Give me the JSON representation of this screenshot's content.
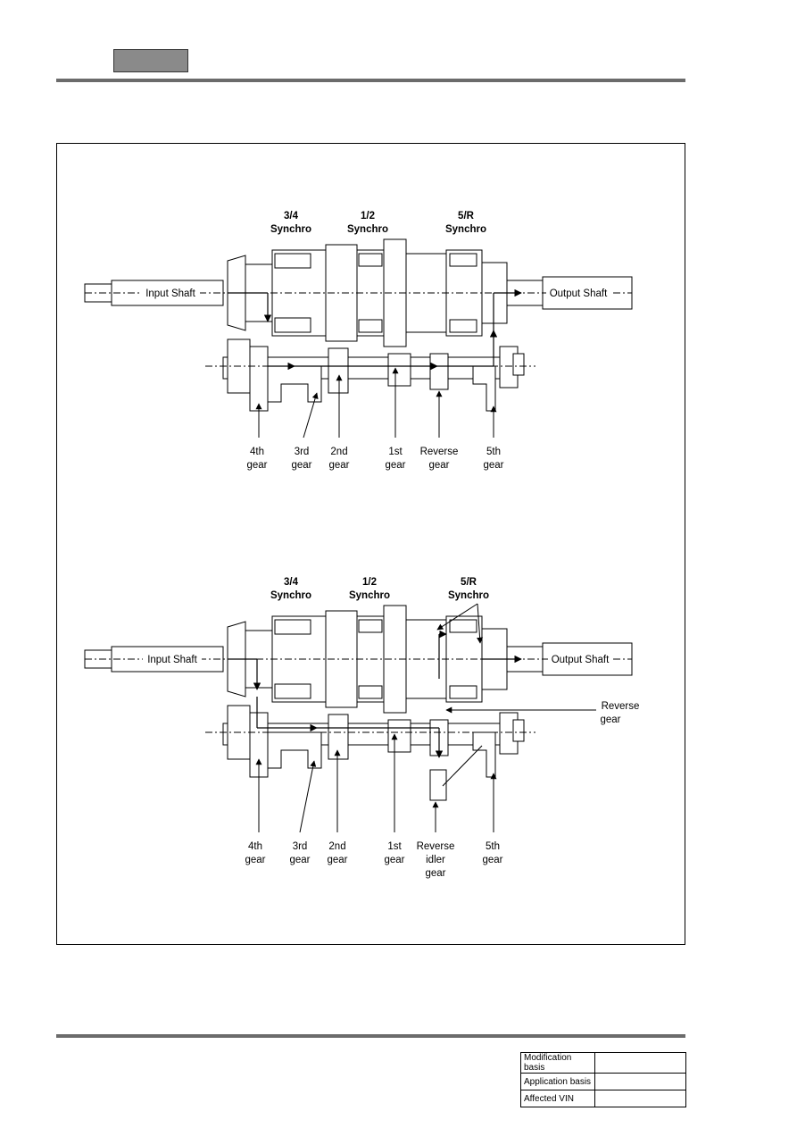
{
  "header": {
    "tab_text": ""
  },
  "diagrams": [
    {
      "synchros": [
        {
          "name": "3/4",
          "sub": "Synchro"
        },
        {
          "name": "1/2",
          "sub": "Synchro"
        },
        {
          "name": "5/R",
          "sub": "Synchro"
        }
      ],
      "input_label": "Input Shaft",
      "output_label": "Output Shaft",
      "gears": [
        {
          "l1": "4th",
          "l2": "gear"
        },
        {
          "l1": "3rd",
          "l2": "gear"
        },
        {
          "l1": "2nd",
          "l2": "gear"
        },
        {
          "l1": "1st",
          "l2": "gear"
        },
        {
          "l1": "Reverse",
          "l2": "gear"
        },
        {
          "l1": "5th",
          "l2": "gear"
        }
      ]
    },
    {
      "synchros": [
        {
          "name": "3/4",
          "sub": "Synchro"
        },
        {
          "name": "1/2",
          "sub": "Synchro"
        },
        {
          "name": "5/R",
          "sub": "Synchro"
        }
      ],
      "input_label": "Input Shaft",
      "output_label": "Output Shaft",
      "reverse_callout": {
        "l1": "Reverse",
        "l2": "gear"
      },
      "gears": [
        {
          "l1": "4th",
          "l2": "gear"
        },
        {
          "l1": "3rd",
          "l2": "gear"
        },
        {
          "l1": "2nd",
          "l2": "gear"
        },
        {
          "l1": "1st",
          "l2": "gear"
        },
        {
          "l1": "Reverse",
          "l2": "idler",
          "l3": "gear"
        },
        {
          "l1": "5th",
          "l2": "gear"
        }
      ]
    }
  ],
  "footer_table": [
    {
      "label": "Modification basis",
      "value": ""
    },
    {
      "label": "Application basis",
      "value": ""
    },
    {
      "label": "Affected VIN",
      "value": ""
    }
  ]
}
